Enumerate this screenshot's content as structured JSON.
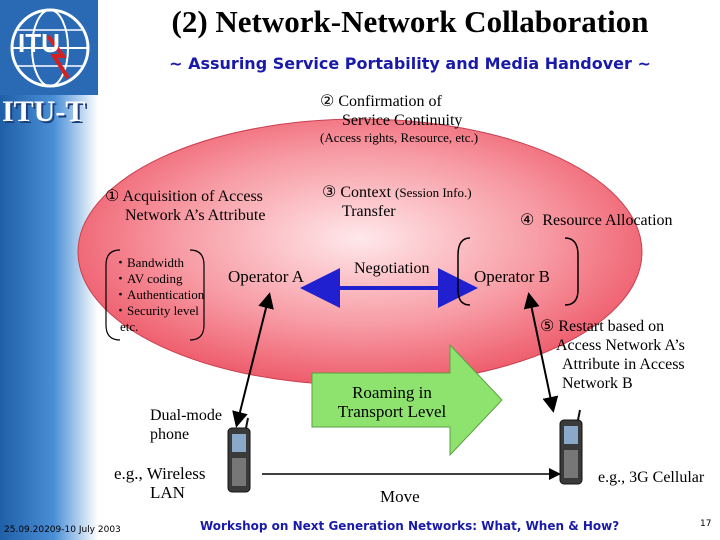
{
  "header": {
    "title": "(2)   Network-Network Collaboration",
    "subtitle": "~ Assuring Service Portability and Media Handover ~",
    "itut_label": "ITU-T",
    "logo_text": "ITU"
  },
  "steps": {
    "s1": {
      "num": "①",
      "line1": "Acquisition of Access",
      "line2": "Network A’s Attribute"
    },
    "s2": {
      "num": "②",
      "line1": "Confirmation of",
      "line2": "Service Continuity",
      "note": "(Access rights, Resource, etc.)"
    },
    "s3": {
      "num": "③",
      "line1": "Context",
      "line1_note": "(Session Info.)",
      "line2": "Transfer"
    },
    "s4": {
      "num": "④",
      "text": "Resource Allocation"
    },
    "s5": {
      "num": "⑤",
      "lines": [
        "Restart based on",
        "Access Network A’s",
        "Attribute in Access",
        "Network B"
      ]
    }
  },
  "attributes": [
    "・Bandwidth",
    "・AV coding",
    "・Authentication",
    "・Security level",
    "etc."
  ],
  "operators": {
    "a": "Operator A",
    "b": "Operator B",
    "negotiation": "Negotiation"
  },
  "roaming": {
    "line1": "Roaming in",
    "line2": "Transport Level"
  },
  "devices": {
    "left_phone": [
      "Dual-mode",
      "phone"
    ],
    "left_network": [
      "e.g., Wireless",
      "LAN"
    ],
    "right_network": "e.g., 3G Cellular",
    "move": "Move"
  },
  "footer": {
    "date": "25.09.20209-10 July 2003",
    "workshop": "Workshop on Next Generation Networks: What, When & How?",
    "page": "17"
  },
  "colors": {
    "ellipse": "#f06a78",
    "arrow_green": "#8ee36e",
    "arrow_blue": "#2020d0",
    "accent": "#1a1aaa"
  }
}
